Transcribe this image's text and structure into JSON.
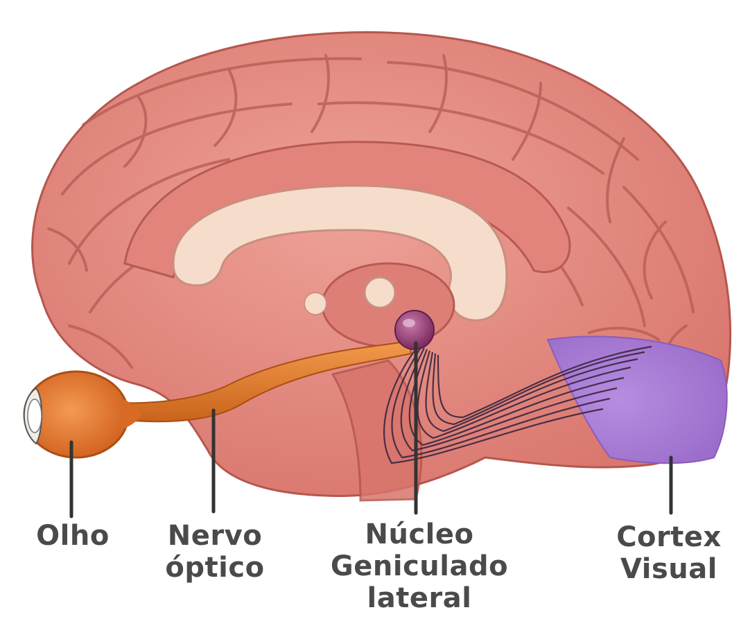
{
  "diagram": {
    "labels": {
      "eye": {
        "line1": "Olho"
      },
      "optic_nerve": {
        "line1": "Nervo",
        "line2": "óptico"
      },
      "lgn": {
        "line1": "Núcleo",
        "line2": "Geniculado",
        "line3": "lateral"
      },
      "visual_cortex": {
        "line1": "Cortex",
        "line2": "Visual"
      }
    },
    "colors": {
      "brain": "#e58e86",
      "brain_dark": "#b8574f",
      "corpus_callosum": "#f5d9c8",
      "optic_nerve": "#e07a2a",
      "eye": "#e8752a",
      "lgn": "#9a3f7a",
      "visual_cortex": "#a77ad0",
      "leader_line": "#333333"
    }
  }
}
